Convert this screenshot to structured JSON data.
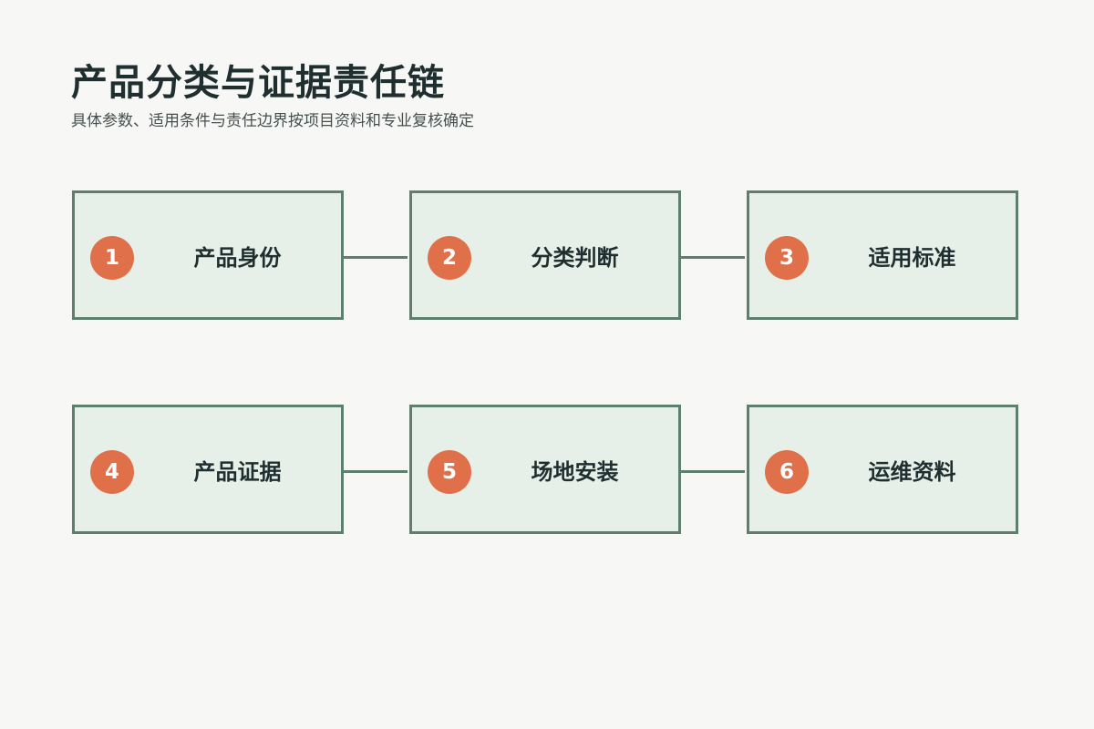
{
  "header": {
    "title": "产品分类与证据责任链",
    "subtitle": "具体参数、适用条件与责任边界按项目资料和专业复核确定"
  },
  "steps": [
    {
      "number": "1",
      "label": "产品身份"
    },
    {
      "number": "2",
      "label": "分类判断"
    },
    {
      "number": "3",
      "label": "适用标准"
    },
    {
      "number": "4",
      "label": "产品证据"
    },
    {
      "number": "5",
      "label": "场地安装"
    },
    {
      "number": "6",
      "label": "运维资料"
    }
  ],
  "colors": {
    "background": "#f7f7f5",
    "box_fill": "#e6f0e9",
    "box_border": "#5e7e6e",
    "badge": "#df704a",
    "text": "#1f2f2f"
  }
}
